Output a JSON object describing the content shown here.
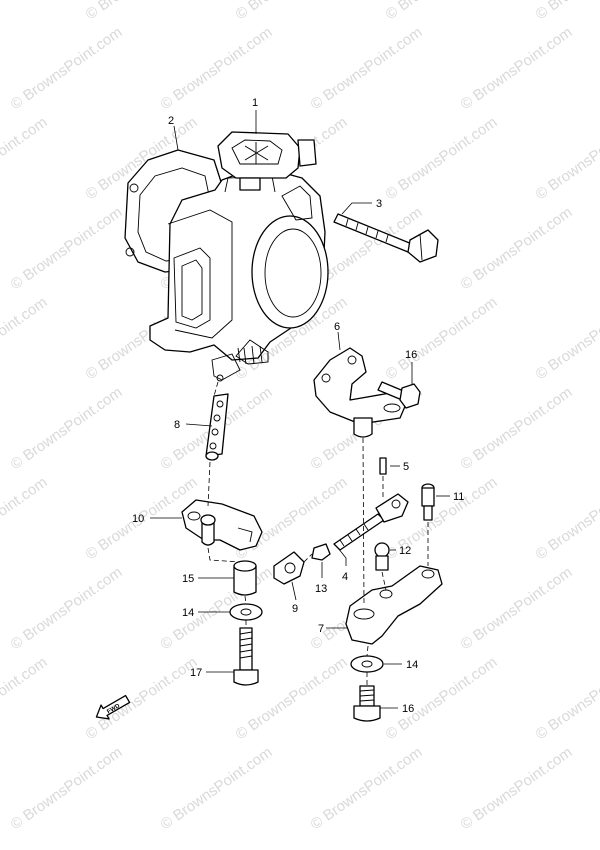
{
  "watermark": "© BrownsPoint.com",
  "front_marker": "FWD",
  "callouts": {
    "c1": "1",
    "c2": "2",
    "c3": "3",
    "c4": "4",
    "c5": "5",
    "c6": "6",
    "c7": "7",
    "c8": "8",
    "c9": "9",
    "c10": "10",
    "c11": "11",
    "c12": "12",
    "c13": "13",
    "c14a": "14",
    "c14b": "14",
    "c15": "15",
    "c16a": "16",
    "c16b": "16",
    "c17": "17"
  }
}
